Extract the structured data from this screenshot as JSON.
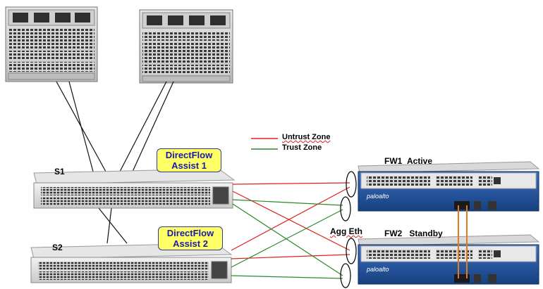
{
  "legend": {
    "untrust": {
      "label": "Untrust Zone",
      "color": "#e02020"
    },
    "trust": {
      "label": "Trust Zone",
      "color": "#2a8a2a"
    }
  },
  "switches": {
    "s1": {
      "label": "S1",
      "callout_line1": "DirectFlow",
      "callout_line2": "Assist 1"
    },
    "s2": {
      "label": "S2",
      "callout_line1": "DirectFlow",
      "callout_line2": "Assist 2"
    }
  },
  "firewalls": {
    "fw1": {
      "name": "FW1",
      "role": "Active",
      "brand": "paloalto"
    },
    "fw2": {
      "name": "FW2",
      "role": "Standby",
      "brand": "paloalto"
    }
  },
  "agg_label": "Agg Eth",
  "colors": {
    "cable_black": "#111111",
    "ha_link": "#e07a20",
    "fw_blue": "#1f4f9a",
    "callout_bg": "#ffff66",
    "callout_text": "#1a1aa8"
  }
}
